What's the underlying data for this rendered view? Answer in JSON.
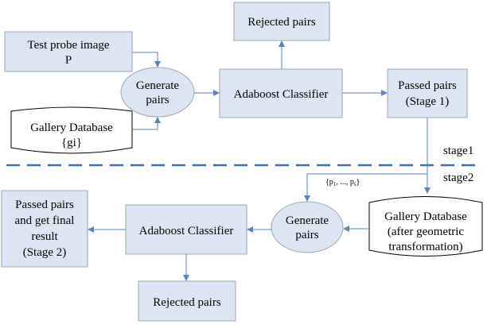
{
  "colors": {
    "box_fill": "#dce6f2",
    "box_stroke": "#9aa6b4",
    "arrow": "#5a84b6",
    "divider": "#3f6fa8"
  },
  "nodes": {
    "rejected_top": "Rejected pairs",
    "test_probe": [
      "Test probe image",
      "P"
    ],
    "generate_top": [
      "Generate",
      "pairs"
    ],
    "adaboost_top": "Adaboost Classifier",
    "passed_stage1": [
      "Passed pairs",
      "(Stage 1)"
    ],
    "gallery_top": [
      "Gallery Database",
      "{gi}"
    ],
    "passed_stage2": [
      "Passed pairs",
      "and get final",
      "result",
      "(Stage 2)"
    ],
    "adaboost_bottom": "Adaboost Classifier",
    "generate_bottom": [
      "Generate",
      "pairs"
    ],
    "gallery_bottom": [
      "Gallery Database",
      "(after geometric",
      "transformation)"
    ],
    "rejected_bottom": "Rejected pairs"
  },
  "labels": {
    "stage1": "stage1",
    "stage2": "stage2",
    "pairs_set": {
      "open": "{p",
      "sub1": "1",
      "mid": ", ..., p",
      "sub2": "s",
      "close": "}"
    }
  }
}
